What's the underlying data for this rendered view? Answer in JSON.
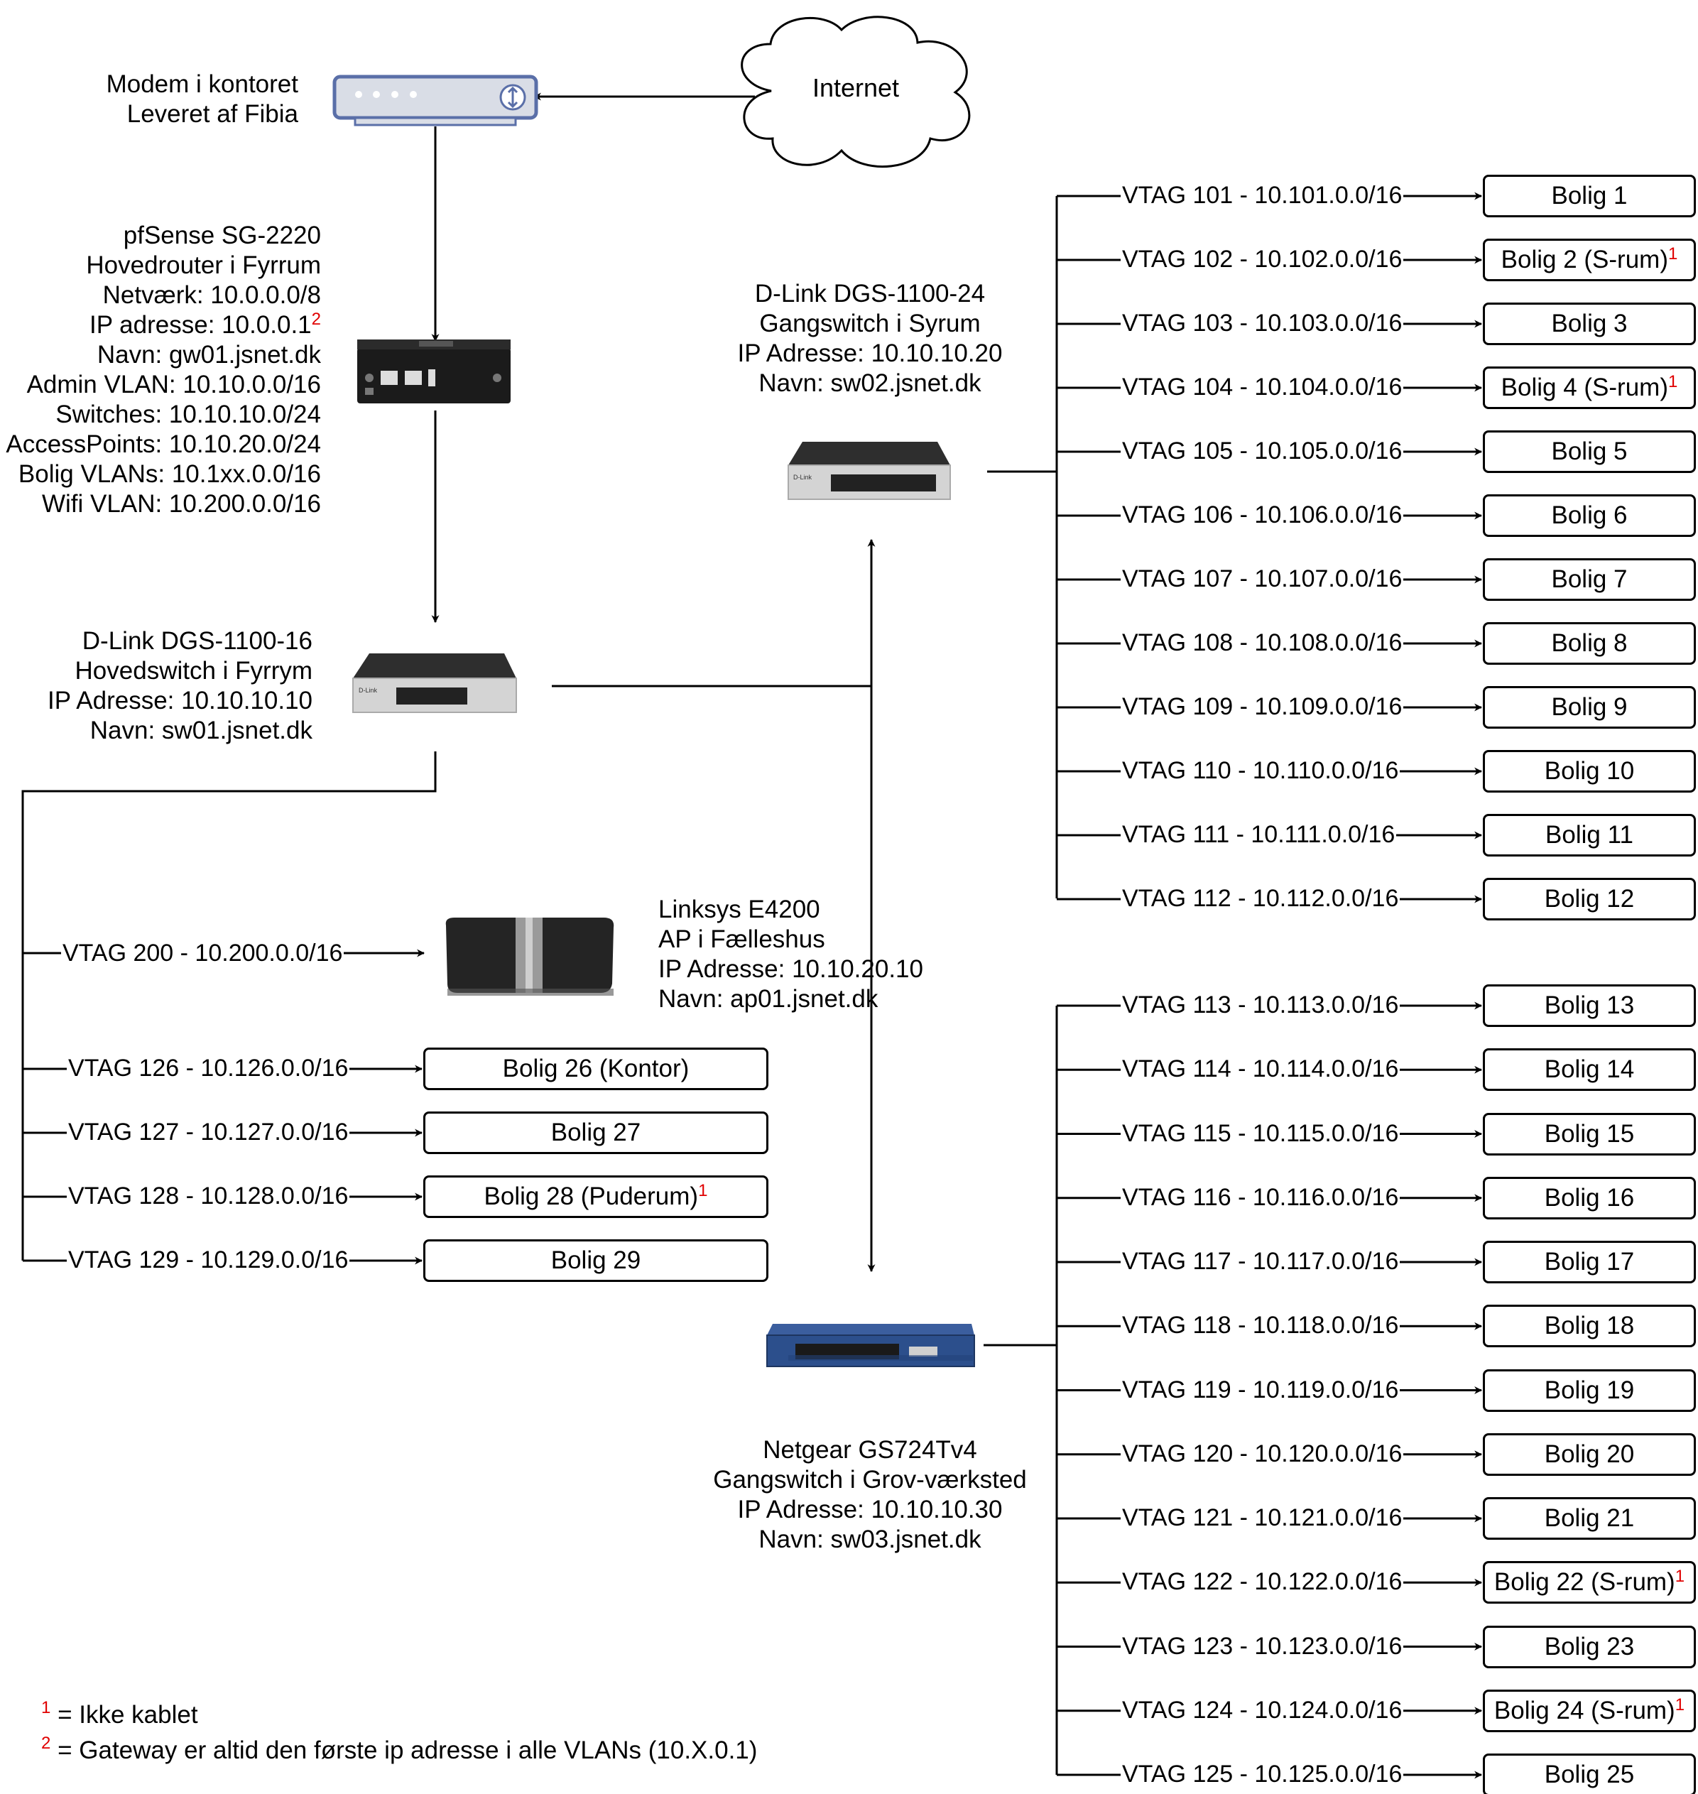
{
  "internet": {
    "label": "Internet"
  },
  "modem": {
    "lines": [
      "Modem i kontoret",
      "Leveret af Fibia"
    ]
  },
  "router": {
    "lines": [
      "pfSense SG-2220",
      "Hovedrouter i Fyrrum",
      "Netværk: 10.0.0.0/8"
    ],
    "ip_line": "IP adresse: 10.0.0.1",
    "ip_note": "2",
    "lines_after": [
      "Navn: gw01.jsnet.dk",
      "Admin VLAN: 10.10.0.0/16",
      "Switches: 10.10.10.0/24",
      "AccessPoints: 10.10.20.0/24",
      "Bolig VLANs: 10.1xx.0.0/16",
      "Wifi VLAN: 10.200.0.0/16"
    ]
  },
  "sw01": {
    "lines": [
      "D-Link DGS-1100-16",
      "Hovedswitch i Fyrrym",
      "IP Adresse: 10.10.10.10",
      "Navn: sw01.jsnet.dk"
    ]
  },
  "sw02": {
    "lines": [
      "D-Link DGS-1100-24",
      "Gangswitch i Syrum",
      "IP Adresse: 10.10.10.20",
      "Navn: sw02.jsnet.dk"
    ]
  },
  "sw03": {
    "lines": [
      "Netgear GS724Tv4",
      "Gangswitch i Grov-værksted",
      "IP Adresse: 10.10.10.30",
      "Navn: sw03.jsnet.dk"
    ]
  },
  "ap01": {
    "lines": [
      "Linksys E4200",
      "AP i Fælleshus",
      "IP Adresse: 10.10.20.10",
      "Navn: ap01.jsnet.dk"
    ]
  },
  "wifi_vlan": {
    "label": "VTAG 200 - 10.200.0.0/16"
  },
  "sw01_vlans": [
    {
      "vtag": "VTAG 126 - 10.126.0.0/16",
      "bolig": "Bolig 26 (Kontor)",
      "note": ""
    },
    {
      "vtag": "VTAG 127 - 10.127.0.0/16",
      "bolig": "Bolig 27",
      "note": ""
    },
    {
      "vtag": "VTAG 128 - 10.128.0.0/16",
      "bolig": "Bolig 28 (Puderum)",
      "note": "1"
    },
    {
      "vtag": "VTAG 129 - 10.129.0.0/16",
      "bolig": "Bolig 29",
      "note": ""
    }
  ],
  "sw02_vlans": [
    {
      "vtag": "VTAG 101 - 10.101.0.0/16",
      "bolig": "Bolig 1",
      "note": ""
    },
    {
      "vtag": "VTAG 102 - 10.102.0.0/16",
      "bolig": "Bolig 2 (S-rum)",
      "note": "1"
    },
    {
      "vtag": "VTAG 103 - 10.103.0.0/16",
      "bolig": "Bolig 3",
      "note": ""
    },
    {
      "vtag": "VTAG 104 - 10.104.0.0/16",
      "bolig": "Bolig 4 (S-rum)",
      "note": "1"
    },
    {
      "vtag": "VTAG 105 - 10.105.0.0/16",
      "bolig": "Bolig 5",
      "note": ""
    },
    {
      "vtag": "VTAG 106 - 10.106.0.0/16",
      "bolig": "Bolig 6",
      "note": ""
    },
    {
      "vtag": "VTAG 107 - 10.107.0.0/16",
      "bolig": "Bolig 7",
      "note": ""
    },
    {
      "vtag": "VTAG 108 - 10.108.0.0/16",
      "bolig": "Bolig 8",
      "note": ""
    },
    {
      "vtag": "VTAG 109 - 10.109.0.0/16",
      "bolig": "Bolig 9",
      "note": ""
    },
    {
      "vtag": "VTAG 110 - 10.110.0.0/16",
      "bolig": "Bolig 10",
      "note": ""
    },
    {
      "vtag": "VTAG 111 - 10.111.0.0/16",
      "bolig": "Bolig 11",
      "note": ""
    },
    {
      "vtag": "VTAG 112 - 10.112.0.0/16",
      "bolig": "Bolig 12",
      "note": ""
    }
  ],
  "sw03_vlans": [
    {
      "vtag": "VTAG 113 - 10.113.0.0/16",
      "bolig": "Bolig 13",
      "note": ""
    },
    {
      "vtag": "VTAG 114 - 10.114.0.0/16",
      "bolig": "Bolig 14",
      "note": ""
    },
    {
      "vtag": "VTAG 115 - 10.115.0.0/16",
      "bolig": "Bolig 15",
      "note": ""
    },
    {
      "vtag": "VTAG 116 - 10.116.0.0/16",
      "bolig": "Bolig 16",
      "note": ""
    },
    {
      "vtag": "VTAG 117 - 10.117.0.0/16",
      "bolig": "Bolig 17",
      "note": ""
    },
    {
      "vtag": "VTAG 118 - 10.118.0.0/16",
      "bolig": "Bolig 18",
      "note": ""
    },
    {
      "vtag": "VTAG 119 - 10.119.0.0/16",
      "bolig": "Bolig 19",
      "note": ""
    },
    {
      "vtag": "VTAG 120 - 10.120.0.0/16",
      "bolig": "Bolig 20",
      "note": ""
    },
    {
      "vtag": "VTAG 121 - 10.121.0.0/16",
      "bolig": "Bolig 21",
      "note": ""
    },
    {
      "vtag": "VTAG 122 - 10.122.0.0/16",
      "bolig": "Bolig 22 (S-rum)",
      "note": "1"
    },
    {
      "vtag": "VTAG 123 - 10.123.0.0/16",
      "bolig": "Bolig 23",
      "note": ""
    },
    {
      "vtag": "VTAG 124 - 10.124.0.0/16",
      "bolig": "Bolig 24 (S-rum)",
      "note": "1"
    },
    {
      "vtag": "VTAG 125 - 10.125.0.0/16",
      "bolig": "Bolig 25",
      "note": ""
    }
  ],
  "legend": [
    {
      "mark": "1",
      "text": "= Ikke kablet"
    },
    {
      "mark": "2",
      "text": "= Gateway er altid den første ip adresse i alle VLANs (10.X.0.1)"
    }
  ],
  "colors": {
    "line": "#000000",
    "note_mark": "#e00000",
    "modem_body": "#d9dde6",
    "modem_border": "#5a6fa8",
    "netgear_blue": "#2c4f8c"
  }
}
